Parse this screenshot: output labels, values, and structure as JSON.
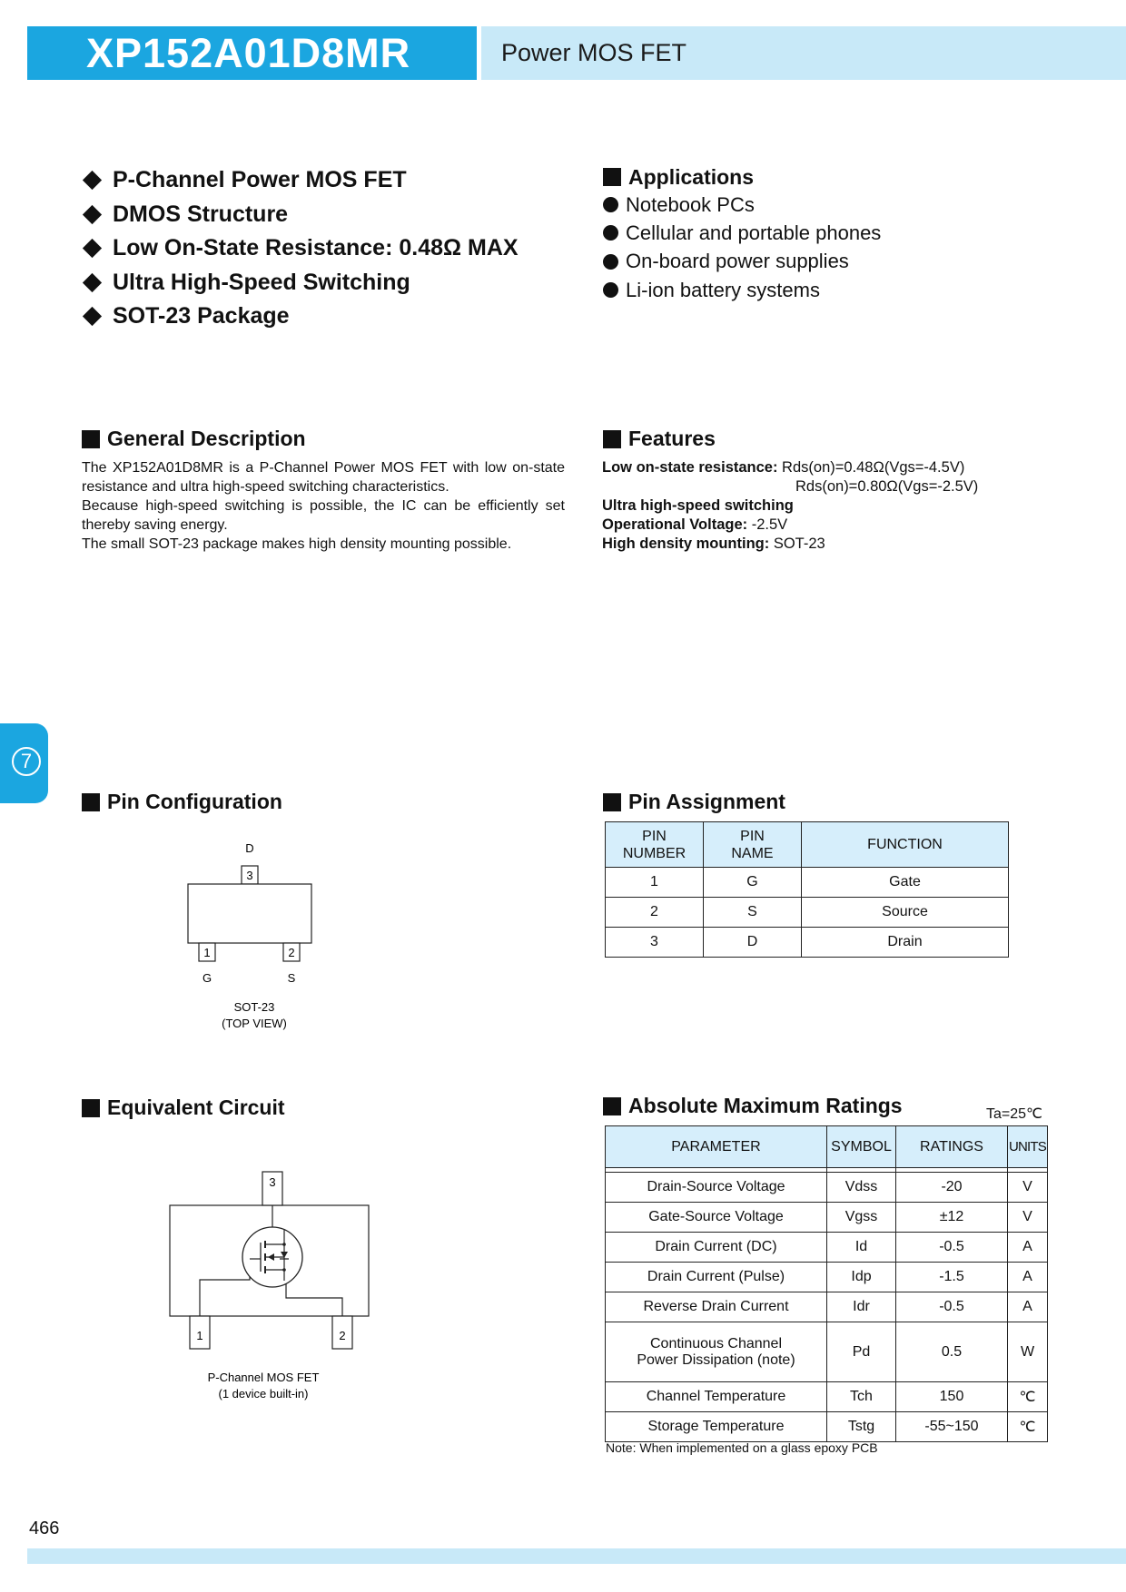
{
  "header": {
    "part_number": "XP152A01D8MR",
    "product_type": "Power MOS FET"
  },
  "key_points": [
    "P-Channel Power MOS FET",
    "DMOS Structure",
    "Low On-State Resistance: 0.48Ω MAX",
    "Ultra High-Speed Switching",
    "SOT-23 Package"
  ],
  "applications": {
    "title": "Applications",
    "items": [
      "Notebook PCs",
      "Cellular and portable phones",
      "On-board power supplies",
      "Li-ion battery systems"
    ]
  },
  "general_description": {
    "title": "General Description",
    "paragraphs": [
      "The XP152A01D8MR is a P-Channel Power MOS FET with low on-state resistance and ultra high-speed switching characteristics.",
      "Because high-speed switching is possible, the IC can be efficiently set thereby saving energy.",
      "The small SOT-23 package makes high density mounting possible."
    ]
  },
  "features": {
    "title": "Features",
    "rows": [
      {
        "label": "Low on-state resistance:",
        "value": " Rds(on)=0.48Ω(Vgs=-4.5V)"
      },
      {
        "label": "",
        "value": "Rds(on)=0.80Ω(Vgs=-2.5V)"
      },
      {
        "label": "Ultra high-speed switching",
        "value": ""
      },
      {
        "label": "Operational Voltage:",
        "value": " -2.5V"
      },
      {
        "label": "High density mounting:",
        "value": " SOT-23"
      }
    ]
  },
  "side_tab": "7",
  "pin_configuration": {
    "title": "Pin Configuration",
    "pin_top_label": "D",
    "pin_top_num": "3",
    "pin_left_num": "1",
    "pin_right_num": "2",
    "pin_left_label": "G",
    "pin_right_label": "S",
    "caption_1": "SOT-23",
    "caption_2": "(TOP VIEW)"
  },
  "pin_assignment": {
    "title": "Pin Assignment",
    "headers": [
      "PIN\nNUMBER",
      "PIN\nNAME",
      "FUNCTION"
    ],
    "header_lines": [
      [
        "PIN",
        "NUMBER"
      ],
      [
        "PIN",
        "NAME"
      ],
      [
        "FUNCTION"
      ]
    ],
    "rows": [
      [
        "1",
        "G",
        "Gate"
      ],
      [
        "2",
        "S",
        "Source"
      ],
      [
        "3",
        "D",
        "Drain"
      ]
    ]
  },
  "equivalent_circuit": {
    "title": "Equivalent Circuit",
    "pin_top": "3",
    "pin_left": "1",
    "pin_right": "2",
    "caption_1": "P-Channel MOS FET",
    "caption_2": "(1 device built-in)"
  },
  "absolute_maximum_ratings": {
    "title": "Absolute Maximum Ratings",
    "condition": "Ta=25℃",
    "headers": [
      "PARAMETER",
      "SYMBOL",
      "RATINGS",
      "UNITS"
    ],
    "rows": [
      {
        "parameter": "Drain-Source Voltage",
        "symbol": "Vdss",
        "rating": "-20",
        "unit": "V"
      },
      {
        "parameter": "Gate-Source Voltage",
        "symbol": "Vgss",
        "rating": "±12",
        "unit": "V"
      },
      {
        "parameter": "Drain Current (DC)",
        "symbol": "Id",
        "rating": "-0.5",
        "unit": "A"
      },
      {
        "parameter": "Drain Current (Pulse)",
        "symbol": "Idp",
        "rating": "-1.5",
        "unit": "A"
      },
      {
        "parameter": "Reverse Drain Current",
        "symbol": "Idr",
        "rating": "-0.5",
        "unit": "A"
      },
      {
        "parameter_lines": [
          "Continuous Channel",
          "Power Dissipation (note)"
        ],
        "symbol": "Pd",
        "rating": "0.5",
        "unit": "W"
      },
      {
        "parameter": "Channel Temperature",
        "symbol": "Tch",
        "rating": "150",
        "unit": "℃"
      },
      {
        "parameter": "Storage Temperature",
        "symbol": "Tstg",
        "rating": "-55~150",
        "unit": "℃"
      }
    ],
    "note": "Note:  When implemented on a glass epoxy PCB"
  },
  "page_number": "466"
}
